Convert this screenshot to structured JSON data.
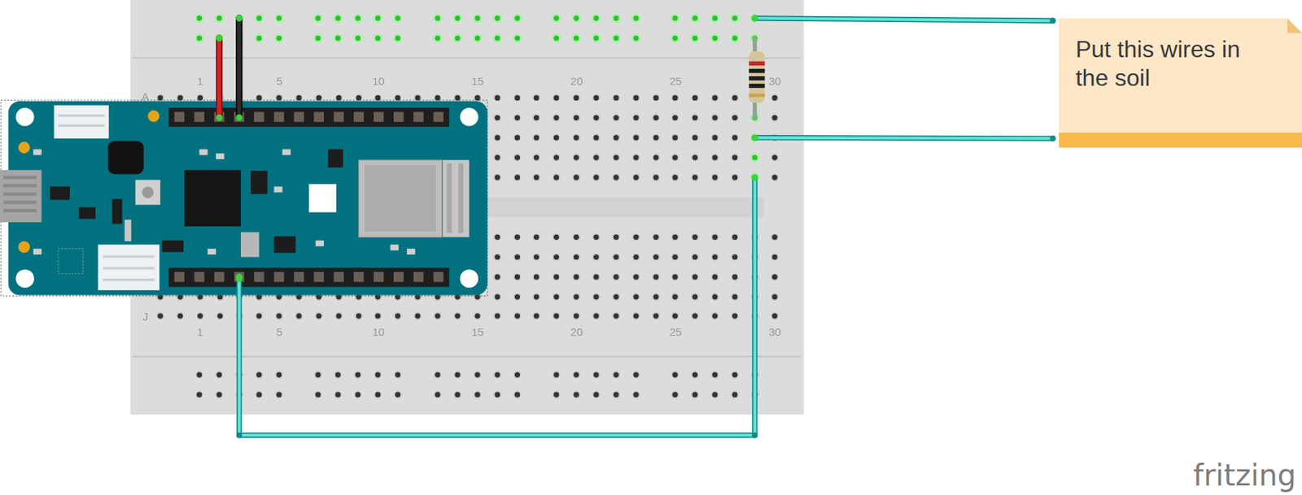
{
  "diagram": {
    "nodes": [
      {
        "text": [
          "Put this wires in the soil"
        ]
      }
    ],
    "edges": [],
    "labels": [
      "1",
      "5",
      "10",
      "15",
      "20",
      "25",
      "30",
      "1",
      "5",
      "10",
      "15",
      "20",
      "25",
      "30",
      "A",
      "J",
      "fritzing"
    ]
  }
}
